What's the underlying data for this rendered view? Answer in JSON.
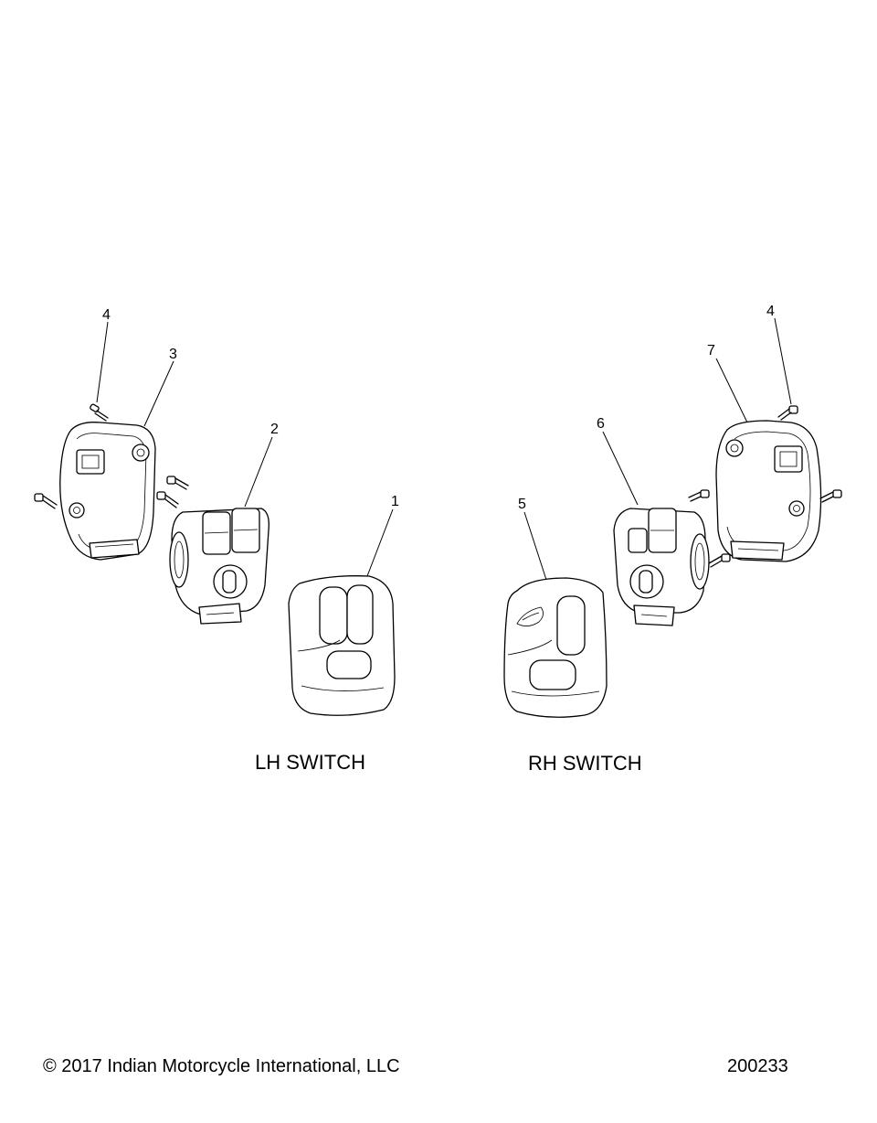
{
  "callouts": {
    "c1": "1",
    "c2": "2",
    "c3": "3",
    "c4_left": "4",
    "c4_right": "4",
    "c5": "5",
    "c6": "6",
    "c7": "7"
  },
  "labels": {
    "lh_switch": "LH SWITCH",
    "rh_switch": "RH SWITCH"
  },
  "footer": {
    "copyright": "© 2017 Indian Motorcycle International, LLC",
    "drawing_number": "200233"
  }
}
